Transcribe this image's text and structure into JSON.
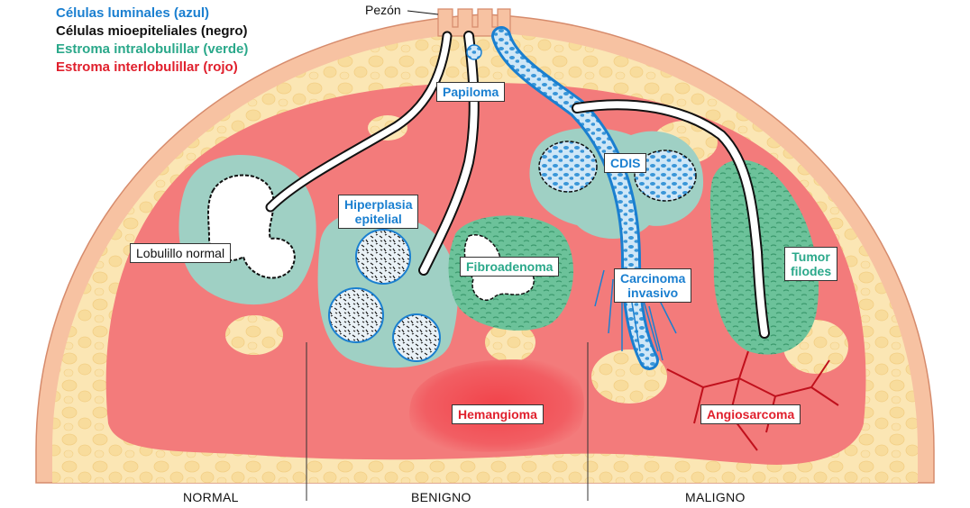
{
  "legend": {
    "luminal": {
      "text": "Células luminales (azul)",
      "color": "#1a7fd0"
    },
    "myoepithelial": {
      "text": "Células mioepiteliales (negro)",
      "color": "#111111"
    },
    "intralobular": {
      "text": "Estroma intralobulillar (verde)",
      "color": "#2aa88a"
    },
    "interlobular": {
      "text": "Estroma interlobulillar (rojo)",
      "color": "#e0202d"
    }
  },
  "nipple_label": "Pezón",
  "labels": {
    "papiloma": "Papiloma",
    "cdis": "CDIS",
    "hiperplasia_l1": "Hiperplasia",
    "hiperplasia_l2": "epitelial",
    "lobulillo": "Lobulillo normal",
    "fibroadenoma": "Fibroadenoma",
    "carcinoma_l1": "Carcinoma",
    "carcinoma_l2": "invasivo",
    "tumor_l1": "Tumor",
    "tumor_l2": "filodes",
    "hemangioma": "Hemangioma",
    "angiosarcoma": "Angiosarcoma"
  },
  "sections": {
    "normal": "NORMAL",
    "benigno": "BENIGNO",
    "maligno": "MALIGNO"
  },
  "colors": {
    "fat": "#fbe6b4",
    "fat_lobule": "#f6d58a",
    "skin": "#f7c2a2",
    "interlobular": "#f37b7b",
    "intralobular": "#9fd0c4",
    "fibro_green": "#6cc29a",
    "luminal": "#1a7fd0",
    "myoepithelial": "#111111"
  }
}
